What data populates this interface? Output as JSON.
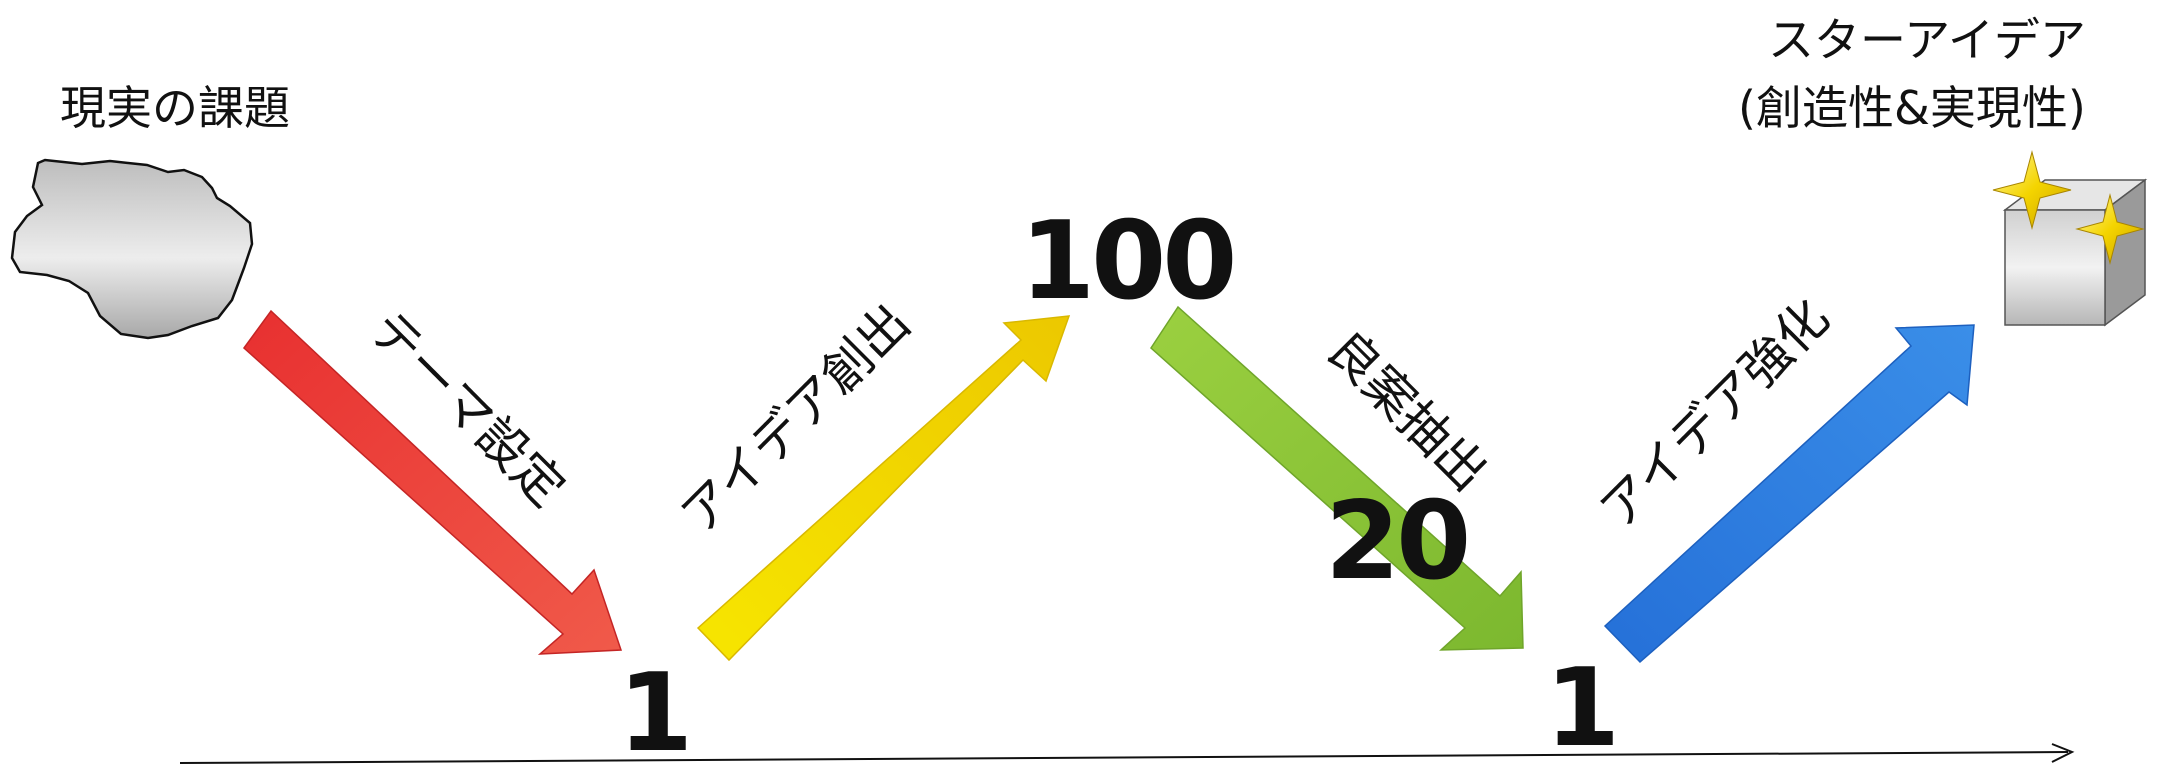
{
  "start_label": "現実の課題",
  "goal_label_line1": "スターアイデア",
  "goal_label_line2": "(創造性&実現性)",
  "steps": [
    {
      "label": "テーマ設定",
      "color": "#e83030"
    },
    {
      "label": "アイデア創出",
      "color": "#f2dd00"
    },
    {
      "label": "良案抽出",
      "color": "#8cc63f"
    },
    {
      "label": "アイデア強化",
      "color": "#2a7fe0"
    }
  ],
  "counts": [
    "1",
    "100",
    "20",
    "1"
  ]
}
